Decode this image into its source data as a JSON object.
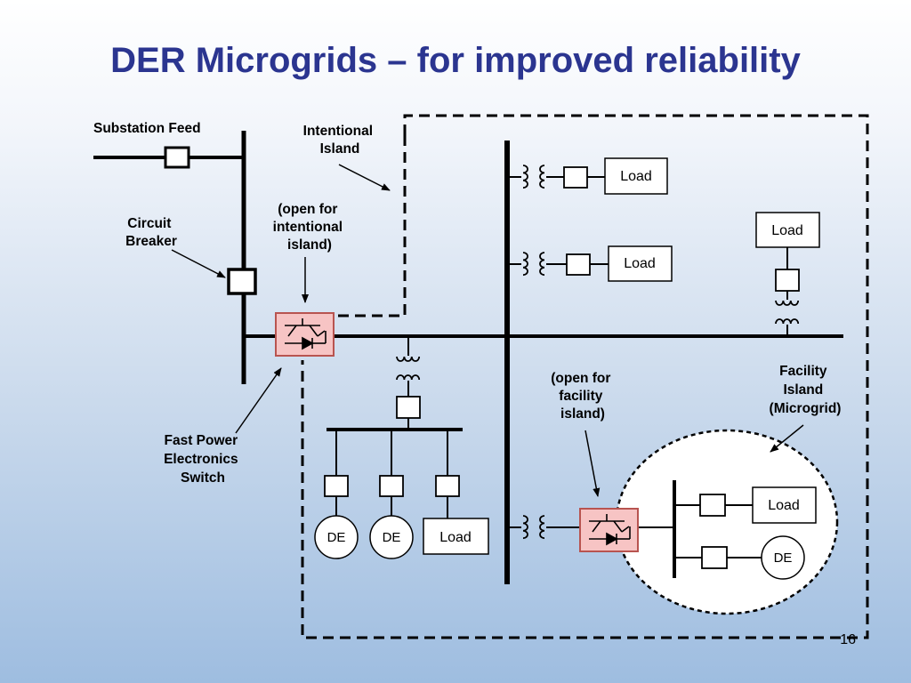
{
  "title": "DER Microgrids – for improved reliability",
  "labels": {
    "substation_feed": "Substation Feed",
    "intentional_island": [
      "Intentional",
      "Island"
    ],
    "circuit_breaker": [
      "Circuit",
      "Breaker"
    ],
    "open_intentional": [
      "(open for",
      "intentional",
      "island)"
    ],
    "fast_switch": [
      "Fast Power",
      "Electronics",
      "Switch"
    ],
    "open_facility": [
      "(open for",
      "facility",
      "island)"
    ],
    "facility_island": [
      "Facility",
      "Island",
      "(Microgrid)"
    ]
  },
  "components": {
    "load_label": "Load",
    "de_label": "DE"
  },
  "page_number": "16",
  "colors": {
    "title": "#2b3590",
    "switch_fill": "#f7c4c4",
    "switch_stroke": "#c0504d"
  }
}
